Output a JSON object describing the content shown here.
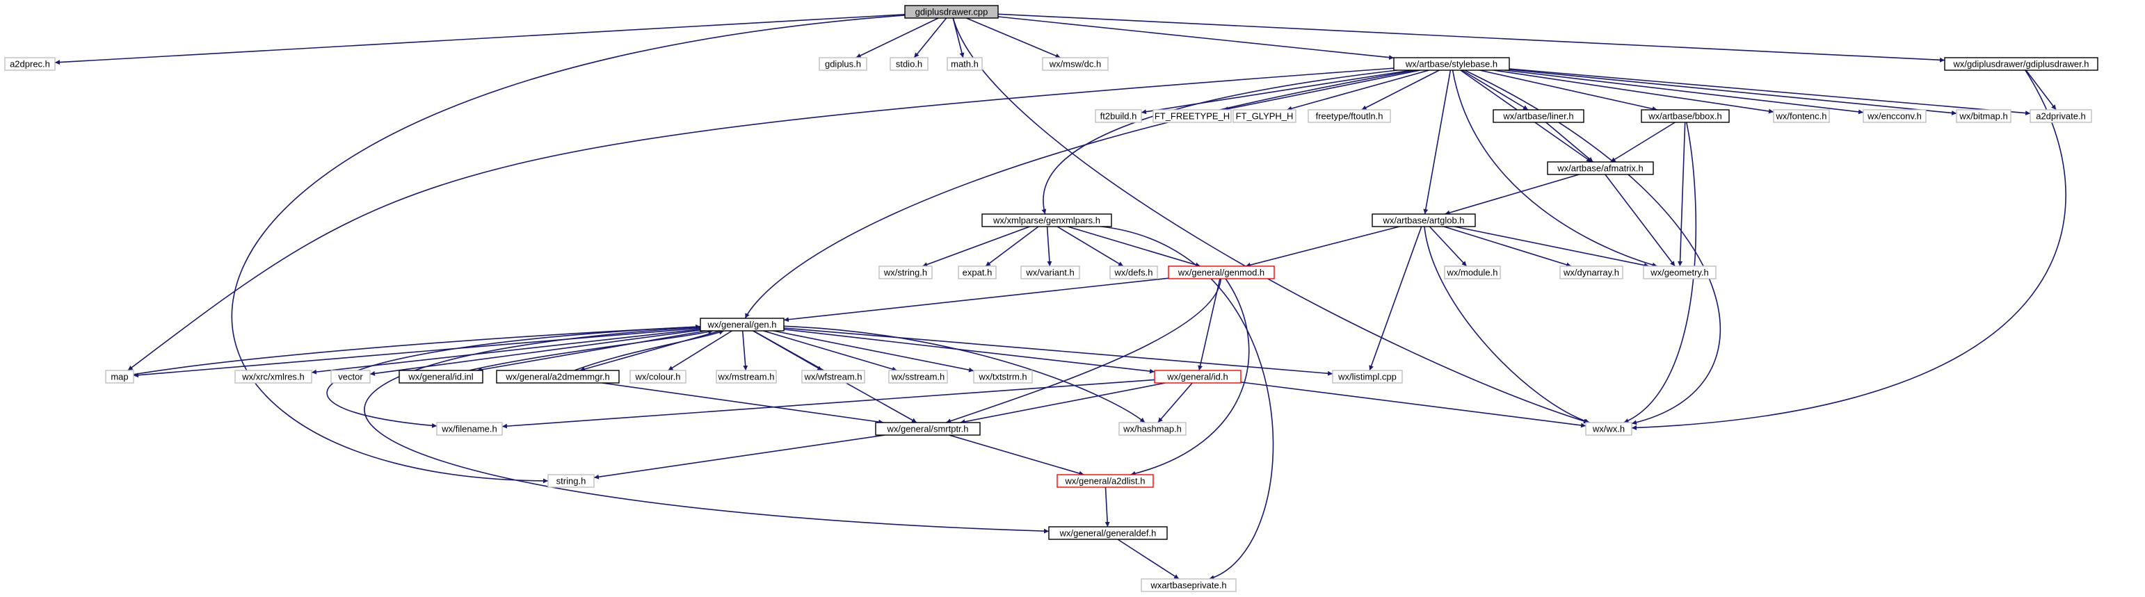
{
  "graph": {
    "colors": {
      "edge": "#191970",
      "border_documented": "#000000",
      "border_undocumented": "#bfbfbf",
      "border_truncated": "#ff0000",
      "root_fill": "#bfbfbf",
      "fill": "#ffffff"
    },
    "nodes": [
      {
        "id": "root",
        "label": "gdiplusdrawer.cpp",
        "style": "root"
      },
      {
        "id": "a2dprec",
        "label": "a2dprec.h",
        "style": "undoc"
      },
      {
        "id": "gdiplus",
        "label": "gdiplus.h",
        "style": "undoc"
      },
      {
        "id": "stdio",
        "label": "stdio.h",
        "style": "undoc"
      },
      {
        "id": "math",
        "label": "math.h",
        "style": "undoc"
      },
      {
        "id": "mswdc",
        "label": "wx/msw/dc.h",
        "style": "undoc"
      },
      {
        "id": "stylebase",
        "label": "wx/artbase/stylebase.h",
        "style": "doc"
      },
      {
        "id": "gdidrawer",
        "label": "wx/gdiplusdrawer/gdiplusdrawer.h",
        "style": "doc"
      },
      {
        "id": "ft2build",
        "label": "ft2build.h",
        "style": "undoc"
      },
      {
        "id": "fttype",
        "label": "FT_FREETYPE_H",
        "style": "undoc"
      },
      {
        "id": "ftglyph",
        "label": "FT_GLYPH_H",
        "style": "undoc"
      },
      {
        "id": "ftoutln",
        "label": "freetype/ftoutln.h",
        "style": "undoc"
      },
      {
        "id": "liner",
        "label": "wx/artbase/liner.h",
        "style": "doc"
      },
      {
        "id": "bbox",
        "label": "wx/artbase/bbox.h",
        "style": "doc"
      },
      {
        "id": "fontenc",
        "label": "wx/fontenc.h",
        "style": "undoc"
      },
      {
        "id": "encconv",
        "label": "wx/encconv.h",
        "style": "undoc"
      },
      {
        "id": "bitmap",
        "label": "wx/bitmap.h",
        "style": "undoc"
      },
      {
        "id": "a2dprivate",
        "label": "a2dprivate.h",
        "style": "undoc"
      },
      {
        "id": "afmatrix",
        "label": "wx/artbase/afmatrix.h",
        "style": "doc"
      },
      {
        "id": "genxmlpars",
        "label": "wx/xmlparse/genxmlpars.h",
        "style": "doc"
      },
      {
        "id": "artglob",
        "label": "wx/artbase/artglob.h",
        "style": "doc"
      },
      {
        "id": "wxstring",
        "label": "wx/string.h",
        "style": "undoc"
      },
      {
        "id": "expat",
        "label": "expat.h",
        "style": "undoc"
      },
      {
        "id": "variant",
        "label": "wx/variant.h",
        "style": "undoc"
      },
      {
        "id": "defs",
        "label": "wx/defs.h",
        "style": "undoc"
      },
      {
        "id": "genmod",
        "label": "wx/general/genmod.h",
        "style": "trunc"
      },
      {
        "id": "module",
        "label": "wx/module.h",
        "style": "undoc"
      },
      {
        "id": "dynarray",
        "label": "wx/dynarray.h",
        "style": "undoc"
      },
      {
        "id": "geometry",
        "label": "wx/geometry.h",
        "style": "undoc"
      },
      {
        "id": "gen",
        "label": "wx/general/gen.h",
        "style": "doc"
      },
      {
        "id": "map",
        "label": "map",
        "style": "undoc"
      },
      {
        "id": "xmlres",
        "label": "wx/xrc/xmlres.h",
        "style": "undoc"
      },
      {
        "id": "vector",
        "label": "vector",
        "style": "undoc"
      },
      {
        "id": "idinl",
        "label": "wx/general/id.inl",
        "style": "doc"
      },
      {
        "id": "a2dmem",
        "label": "wx/general/a2dmemmgr.h",
        "style": "doc"
      },
      {
        "id": "colour",
        "label": "wx/colour.h",
        "style": "undoc"
      },
      {
        "id": "mstream",
        "label": "wx/mstream.h",
        "style": "undoc"
      },
      {
        "id": "wfstream",
        "label": "wx/wfstream.h",
        "style": "undoc"
      },
      {
        "id": "sstream",
        "label": "wx/sstream.h",
        "style": "undoc"
      },
      {
        "id": "txtstrm",
        "label": "wx/txtstrm.h",
        "style": "undoc"
      },
      {
        "id": "idh",
        "label": "wx/general/id.h",
        "style": "trunc"
      },
      {
        "id": "listimpl",
        "label": "wx/listimpl.cpp",
        "style": "undoc"
      },
      {
        "id": "filename",
        "label": "wx/filename.h",
        "style": "undoc"
      },
      {
        "id": "smrtptr",
        "label": "wx/general/smrtptr.h",
        "style": "doc"
      },
      {
        "id": "hashmap",
        "label": "wx/hashmap.h",
        "style": "undoc"
      },
      {
        "id": "wxh",
        "label": "wx/wx.h",
        "style": "undoc"
      },
      {
        "id": "stringh",
        "label": "string.h",
        "style": "undoc"
      },
      {
        "id": "a2dlist",
        "label": "wx/general/a2dlist.h",
        "style": "trunc"
      },
      {
        "id": "generaldef",
        "label": "wx/general/generaldef.h",
        "style": "doc"
      },
      {
        "id": "artbaseprivate",
        "label": "wxartbaseprivate.h",
        "style": "undoc"
      }
    ]
  }
}
